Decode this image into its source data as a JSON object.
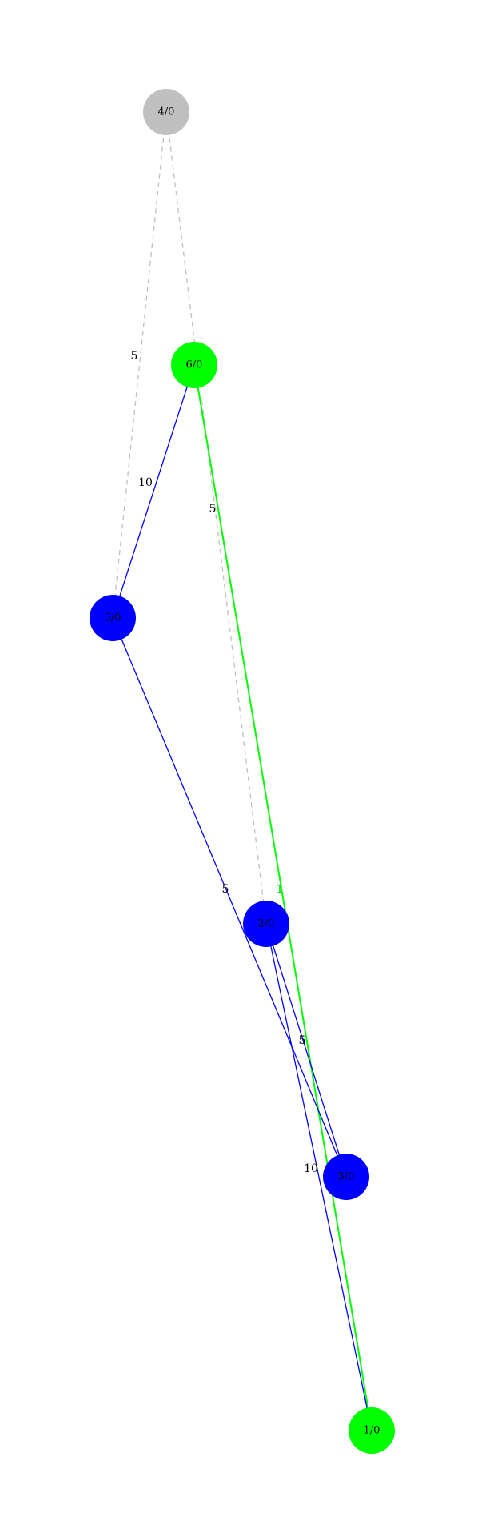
{
  "graph": {
    "colors": {
      "blue": "#0000ff",
      "green": "#00ff00",
      "gray": "#c0c0c0"
    },
    "nodes": [
      {
        "id": "4",
        "label": "4/0",
        "color": "#c0c0c0"
      },
      {
        "id": "6",
        "label": "6/0",
        "color": "#00ff00"
      },
      {
        "id": "5",
        "label": "5/0",
        "color": "#0000ff"
      },
      {
        "id": "2",
        "label": "2/0",
        "color": "#0000ff"
      },
      {
        "id": "3",
        "label": "3/0",
        "color": "#0000ff"
      },
      {
        "id": "1",
        "label": "1/0",
        "color": "#00ff00"
      }
    ],
    "edges": [
      {
        "from": "4",
        "to": "5",
        "label": "5",
        "color": "#c0c0c0",
        "style": "dashed"
      },
      {
        "from": "4",
        "to": "2",
        "label": "5",
        "color": "#c0c0c0",
        "style": "dashed"
      },
      {
        "from": "6",
        "to": "5",
        "label": "10",
        "color": "#0000ff",
        "style": "solid"
      },
      {
        "from": "6",
        "to": "1",
        "label": "1",
        "color": "#00ff00",
        "style": "solid"
      },
      {
        "from": "5",
        "to": "3",
        "label": "5",
        "color": "#0000ff",
        "style": "solid"
      },
      {
        "from": "2",
        "to": "3",
        "label": "5",
        "color": "#0000ff",
        "style": "solid"
      },
      {
        "from": "2",
        "to": "1",
        "label": "10",
        "color": "#0000ff",
        "style": "solid"
      }
    ]
  }
}
